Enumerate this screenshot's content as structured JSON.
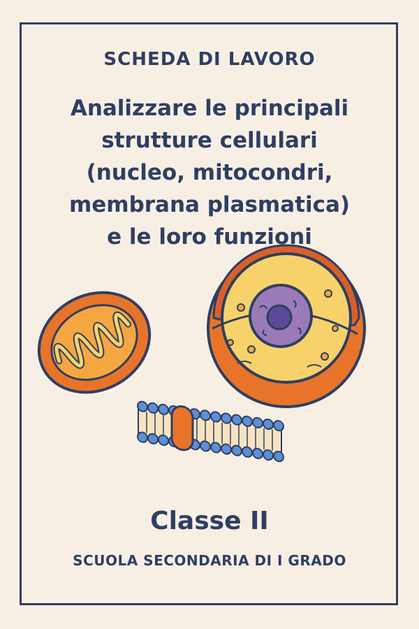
{
  "worksheet": {
    "label": "SCHEDA DI LAVORO",
    "title_lines": [
      "Analizzare le principali",
      "strutture cellulari",
      "(nucleo, mitocondri,",
      "membrana plasmatica)",
      "e le loro funzioni"
    ],
    "class_name": "Classe II",
    "school": "SCUOLA SECONDARIA DI I GRADO"
  },
  "colors": {
    "ink": "#2e3f63",
    "paper": "#f8efe4",
    "orange": "#e8742a",
    "yellow": "#f7d26a",
    "purple": "#9a7bb8",
    "blue": "#5b8fd6"
  },
  "illustrations": [
    "mitochondrion-icon",
    "animal-cell-icon",
    "cell-membrane-icon"
  ]
}
